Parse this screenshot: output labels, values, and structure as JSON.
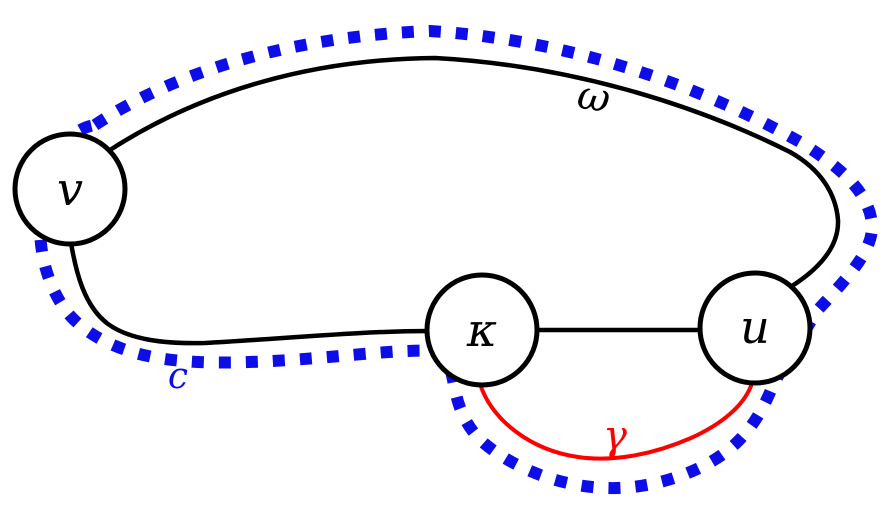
{
  "figure": {
    "background": "#ffffff",
    "nodes": [
      {
        "id": "v",
        "label": "v"
      },
      {
        "id": "kappa",
        "label": "κ"
      },
      {
        "id": "u",
        "label": "u"
      }
    ],
    "edges": [
      {
        "id": "omega",
        "label": "ω",
        "from": "v",
        "to": "u",
        "color": "#000000",
        "style": "solid-curve-top"
      },
      {
        "id": "v-kappa",
        "from": "v",
        "to": "kappa",
        "color": "#000000",
        "style": "solid-curve-bottom"
      },
      {
        "id": "kappa-u",
        "from": "kappa",
        "to": "u",
        "color": "#000000",
        "style": "solid-straight"
      },
      {
        "id": "gamma",
        "label": "γ",
        "from": "kappa",
        "to": "u",
        "color": "#fe0000",
        "style": "solid-curve-below"
      }
    ],
    "cycle": {
      "id": "c",
      "label": "c",
      "color": "#0d0de8",
      "style": "thick-dotted",
      "traverses": "v → ω → u → γ → κ → v"
    },
    "colors": {
      "edge_black": "#000000",
      "gamma_red": "#fe0000",
      "cycle_blue": "#0d0de8",
      "node_fill": "#ffffff",
      "node_stroke": "#000000"
    }
  }
}
